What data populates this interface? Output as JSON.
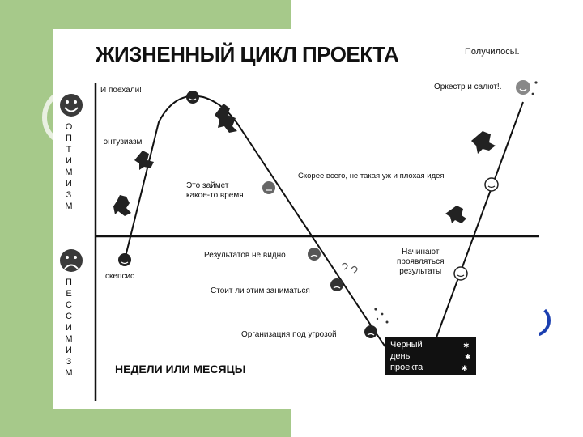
{
  "colors": {
    "panel_green": "#a6c98a",
    "ring": "#e9f0e1",
    "ink": "#111111",
    "accent_blue": "#1b3fb0"
  },
  "diagram": {
    "title": "ЖИЗНЕННЫЙ ЦИКЛ ПРОЕКТА",
    "success_label": "Получилось!.",
    "optimism_axis": [
      "О",
      "П",
      "Т",
      "И",
      "М",
      "И",
      "З",
      "М"
    ],
    "pessimism_axis": [
      "П",
      "Е",
      "С",
      "С",
      "И",
      "М",
      "И",
      "З",
      "М"
    ],
    "x_axis_label": "НЕДЕЛИ ИЛИ МЕСЯЦЫ",
    "stages": {
      "skepsis": "скепсис",
      "lets_go": "И поехали!",
      "enthusiasm": "энтузиазм",
      "takes_time": [
        "Это займет",
        "какое-то время"
      ],
      "no_results": "Результатов не видно",
      "worth_it": "Стоит ли этим заниматься",
      "org_threat": "Организация под угрозой",
      "black_day": [
        "Черный",
        "день",
        "проекта"
      ],
      "results_start": [
        "Начинают",
        "проявляться",
        "результаты"
      ],
      "not_bad_idea": "Скорее всего, не такая уж и плохая идея",
      "orchestra": "Оркестр и салют!."
    },
    "icons": [
      "smiley-face-icon",
      "frowning-face-icon",
      "face-marker-icon",
      "question-marks-icon",
      "fireworks-icon",
      "stars-icon"
    ]
  }
}
